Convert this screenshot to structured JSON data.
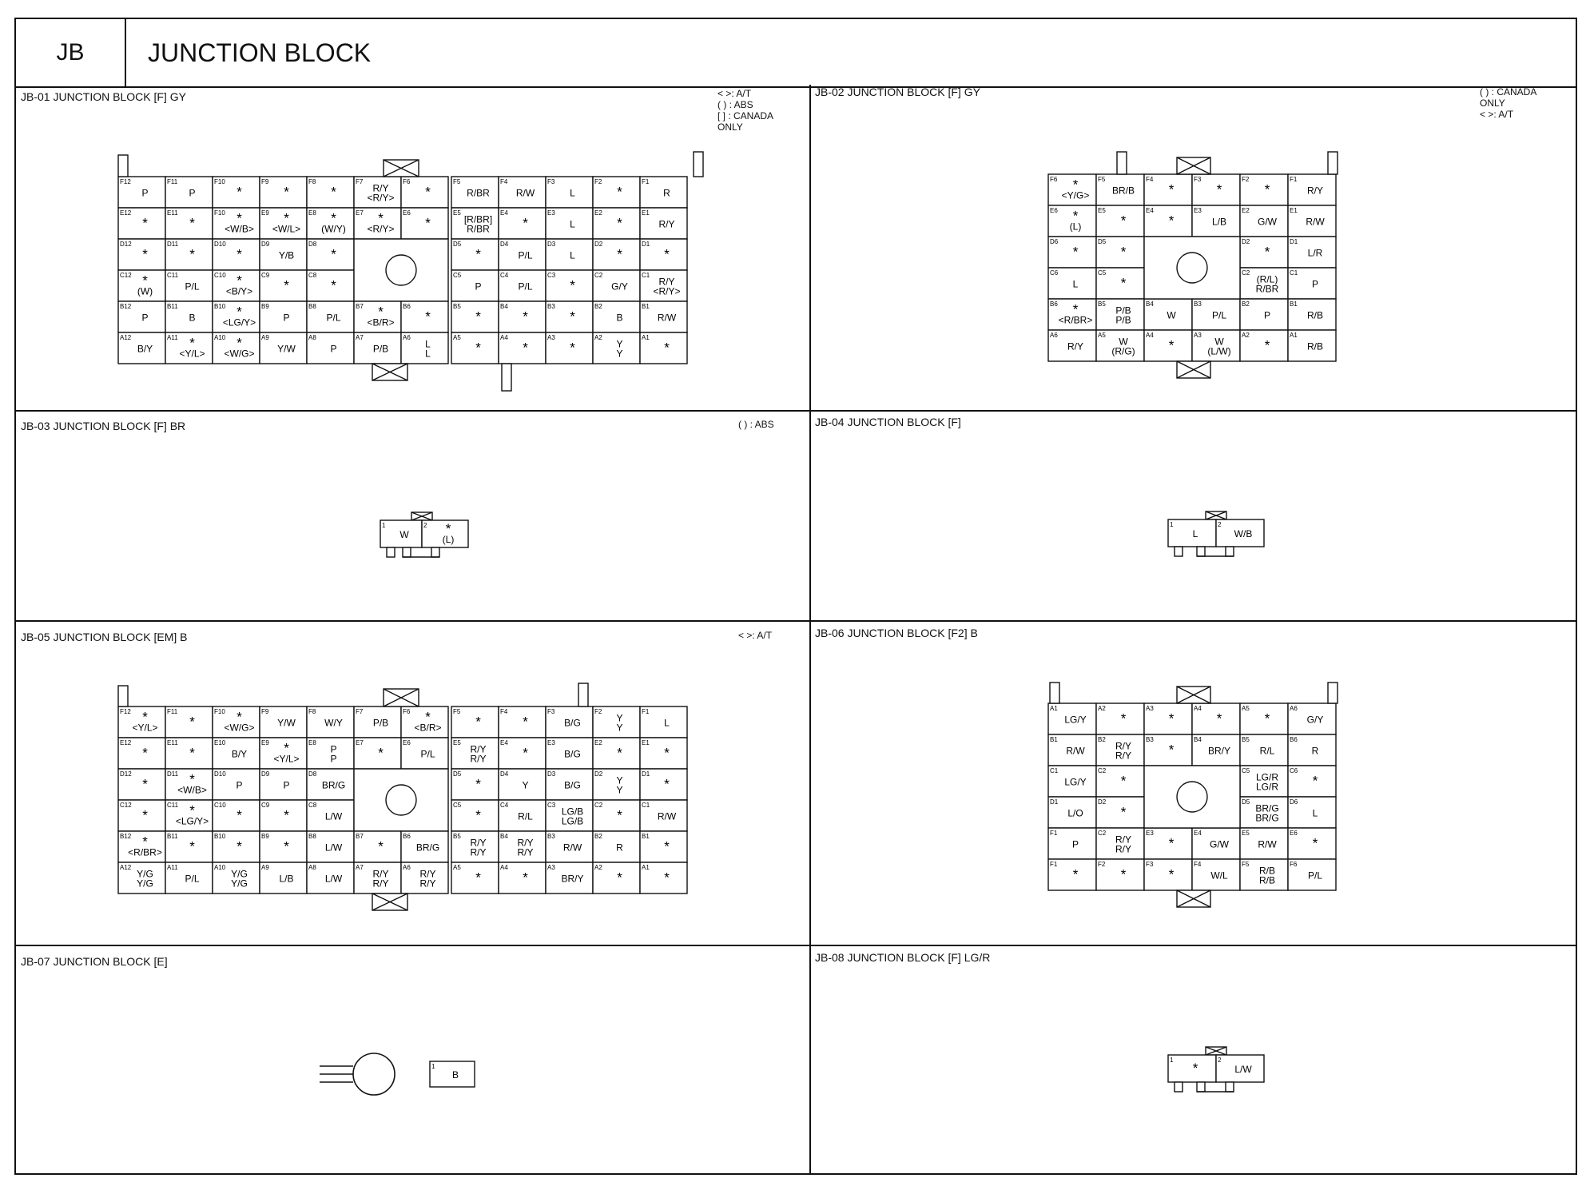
{
  "header": {
    "code": "JB",
    "title": "JUNCTION BLOCK"
  },
  "panels": {
    "jb01": {
      "title": "JB-01 JUNCTION BLOCK [F] GY",
      "legend": [
        "<    >: A/T",
        "(    ) : ABS",
        "[    ] : CANADA",
        "        ONLY"
      ],
      "left": [
        [
          [
            "F12",
            "P"
          ],
          [
            "F11",
            "P"
          ],
          [
            "F10",
            "*"
          ],
          [
            "F9",
            "*"
          ],
          [
            "F8",
            "*"
          ]
        ],
        [
          [
            "E12",
            "*"
          ],
          [
            "E11",
            "*"
          ],
          [
            "F10",
            "*\n<W/B>"
          ],
          [
            "E9",
            "*\n<W/L>"
          ],
          [
            "E8",
            "*\n(W/Y)"
          ]
        ],
        [
          [
            "D12",
            "*"
          ],
          [
            "D11",
            "*"
          ],
          [
            "D10",
            "*"
          ],
          [
            "D9",
            "Y/B"
          ],
          [
            "D8",
            "*"
          ]
        ],
        [
          [
            "C12",
            "*\n(W)"
          ],
          [
            "C11",
            "P/L"
          ],
          [
            "C10",
            "*\n<B/Y>"
          ],
          [
            "C9",
            "*"
          ],
          [
            "C8",
            "*"
          ]
        ],
        [
          [
            "B12",
            "P"
          ],
          [
            "B11",
            "B"
          ],
          [
            "B10",
            "*\n<LG/Y>"
          ],
          [
            "B9",
            "P"
          ],
          [
            "B8",
            "P/L"
          ]
        ],
        [
          [
            "A12",
            "B/Y"
          ],
          [
            "A11",
            "*\n<Y/L>"
          ],
          [
            "A10",
            "*\n<W/G>"
          ],
          [
            "A9",
            "Y/W"
          ],
          [
            "A8",
            "P"
          ]
        ]
      ],
      "mid_top": [
        [
          "F7",
          "R/Y\n<R/Y>"
        ],
        [
          "F6",
          "*"
        ],
        [
          "E7",
          "*\n<R/Y>"
        ],
        [
          "E6",
          "*"
        ]
      ],
      "mid_bottom": [
        [
          "B7",
          "*\n<B/R>"
        ],
        [
          "B6",
          "*"
        ],
        [
          "A7",
          "P/B"
        ],
        [
          "A6",
          "L\nL"
        ]
      ],
      "right": [
        [
          [
            "F5",
            "R/BR"
          ],
          [
            "F4",
            "R/W"
          ],
          [
            "F3",
            "L"
          ],
          [
            "F2",
            "*"
          ],
          [
            "F1",
            "R"
          ]
        ],
        [
          [
            "E5",
            "[R/BR]\nR/BR"
          ],
          [
            "E4",
            "*"
          ],
          [
            "E3",
            "L"
          ],
          [
            "E2",
            "*"
          ],
          [
            "E1",
            "R/Y"
          ]
        ],
        [
          [
            "D5",
            "*"
          ],
          [
            "D4",
            "P/L"
          ],
          [
            "D3",
            "L"
          ],
          [
            "D2",
            "*"
          ],
          [
            "D1",
            "*"
          ]
        ],
        [
          [
            "C5",
            "P"
          ],
          [
            "C4",
            "P/L"
          ],
          [
            "C3",
            "*"
          ],
          [
            "C2",
            "G/Y"
          ],
          [
            "C1",
            "R/Y\n<R/Y>"
          ]
        ],
        [
          [
            "B5",
            "*"
          ],
          [
            "B4",
            "*"
          ],
          [
            "B3",
            "*"
          ],
          [
            "B2",
            "B"
          ],
          [
            "B1",
            "R/W"
          ]
        ],
        [
          [
            "A5",
            "*"
          ],
          [
            "A4",
            "*"
          ],
          [
            "A3",
            "*"
          ],
          [
            "A2",
            "Y\nY"
          ],
          [
            "A1",
            "*"
          ]
        ]
      ]
    },
    "jb02": {
      "title": "JB-02 JUNCTION BLOCK [F] GY",
      "legend": [
        "(    ) : CANADA",
        "          ONLY",
        "<    >: A/T"
      ],
      "rows": [
        [
          [
            "F6",
            "*\n<Y/G>"
          ],
          [
            "F5",
            "BR/B"
          ],
          [
            "F4",
            "*"
          ],
          [
            "F3",
            "*"
          ],
          [
            "F2",
            "*"
          ],
          [
            "F1",
            "R/Y"
          ]
        ],
        [
          [
            "E6",
            "*\n(L)"
          ],
          [
            "E5",
            "*"
          ],
          [
            "E4",
            "*"
          ],
          [
            "E3",
            "L/B"
          ],
          [
            "E2",
            "G/W"
          ],
          [
            "E1",
            "R/W"
          ]
        ],
        [
          [
            "D6",
            "*"
          ],
          [
            "D5",
            "*"
          ],
          null,
          null,
          [
            "D2",
            "*"
          ],
          [
            "D1",
            "L/R"
          ]
        ],
        [
          [
            "C6",
            "L"
          ],
          [
            "C5",
            "*"
          ],
          null,
          null,
          [
            "C2",
            "(R/L)\nR/BR"
          ],
          [
            "C1",
            "P"
          ]
        ],
        [
          [
            "B6",
            "*\n<R/BR>"
          ],
          [
            "B5",
            "P/B\nP/B"
          ],
          [
            "B4",
            "W"
          ],
          [
            "B3",
            "P/L"
          ],
          [
            "B2",
            "P"
          ],
          [
            "B1",
            "R/B"
          ]
        ],
        [
          [
            "A6",
            "R/Y"
          ],
          [
            "A5",
            "W\n(R/G)"
          ],
          [
            "A4",
            "*"
          ],
          [
            "A3",
            "W\n(L/W)"
          ],
          [
            "A2",
            "*"
          ],
          [
            "A1",
            "R/B"
          ]
        ]
      ]
    },
    "jb03": {
      "title": "JB-03 JUNCTION BLOCK [F] BR",
      "legend": [
        "(      ) : ABS"
      ],
      "pins": [
        [
          "1",
          "W"
        ],
        [
          "2",
          "*\n(L)"
        ]
      ]
    },
    "jb04": {
      "title": "JB-04 JUNCTION BLOCK [F]",
      "pins": [
        [
          "1",
          "L"
        ],
        [
          "2",
          "W/B"
        ]
      ]
    },
    "jb05": {
      "title": "JB-05 JUNCTION BLOCK [EM] B",
      "legend": [
        "<      >: A/T"
      ],
      "left": [
        [
          [
            "F12",
            "*\n<Y/L>"
          ],
          [
            "F11",
            "*"
          ],
          [
            "F10",
            "*\n<W/G>"
          ],
          [
            "F9",
            "Y/W"
          ],
          [
            "F8",
            "W/Y"
          ]
        ],
        [
          [
            "E12",
            "*"
          ],
          [
            "E11",
            "*"
          ],
          [
            "E10",
            "B/Y"
          ],
          [
            "E9",
            "*\n<Y/L>"
          ],
          [
            "E8",
            "P\nP"
          ]
        ],
        [
          [
            "D12",
            "*"
          ],
          [
            "D11",
            "*\n<W/B>"
          ],
          [
            "D10",
            "P"
          ],
          [
            "D9",
            "P"
          ],
          [
            "D8",
            "BR/G"
          ]
        ],
        [
          [
            "C12",
            "*"
          ],
          [
            "C11",
            "*\n<LG/Y>"
          ],
          [
            "C10",
            "*"
          ],
          [
            "C9",
            "*"
          ],
          [
            "C8",
            "L/W"
          ]
        ],
        [
          [
            "B12",
            "*\n<R/BR>"
          ],
          [
            "B11",
            "*"
          ],
          [
            "B10",
            "*"
          ],
          [
            "B9",
            "*"
          ],
          [
            "B8",
            "L/W"
          ]
        ],
        [
          [
            "A12",
            "Y/G\nY/G"
          ],
          [
            "A11",
            "P/L"
          ],
          [
            "A10",
            "Y/G\nY/G"
          ],
          [
            "A9",
            "L/B"
          ],
          [
            "A8",
            "L/W"
          ]
        ]
      ],
      "mid_top": [
        [
          "F7",
          "P/B"
        ],
        [
          "F6",
          "*\n<B/R>"
        ],
        [
          "E7",
          "*"
        ],
        [
          "E6",
          "P/L"
        ]
      ],
      "mid_bottom": [
        [
          "B7",
          "*"
        ],
        [
          "B6",
          "BR/G"
        ],
        [
          "A7",
          "R/Y\nR/Y"
        ],
        [
          "A6",
          "R/Y\nR/Y"
        ]
      ],
      "right": [
        [
          [
            "F5",
            "*"
          ],
          [
            "F4",
            "*"
          ],
          [
            "F3",
            "B/G"
          ],
          [
            "F2",
            "Y\nY"
          ],
          [
            "F1",
            "L"
          ]
        ],
        [
          [
            "E5",
            "R/Y\nR/Y"
          ],
          [
            "E4",
            "*"
          ],
          [
            "E3",
            "B/G"
          ],
          [
            "E2",
            "*"
          ],
          [
            "E1",
            "*"
          ]
        ],
        [
          [
            "D5",
            "*"
          ],
          [
            "D4",
            "Y"
          ],
          [
            "D3",
            "B/G"
          ],
          [
            "D2",
            "Y\nY"
          ],
          [
            "D1",
            "*"
          ]
        ],
        [
          [
            "C5",
            "*"
          ],
          [
            "C4",
            "R/L"
          ],
          [
            "C3",
            "LG/B\nLG/B"
          ],
          [
            "C2",
            "*"
          ],
          [
            "C1",
            "R/W"
          ]
        ],
        [
          [
            "B5",
            "R/Y\nR/Y"
          ],
          [
            "B4",
            "R/Y\nR/Y"
          ],
          [
            "B3",
            "R/W"
          ],
          [
            "B2",
            "R"
          ],
          [
            "B1",
            "*"
          ]
        ],
        [
          [
            "A5",
            "*"
          ],
          [
            "A4",
            "*"
          ],
          [
            "A3",
            "BR/Y"
          ],
          [
            "A2",
            "*"
          ],
          [
            "A1",
            "*"
          ]
        ]
      ]
    },
    "jb06": {
      "title": "JB-06 JUNCTION BLOCK [F2] B",
      "rows": [
        [
          [
            "A1",
            "LG/Y"
          ],
          [
            "A2",
            "*"
          ],
          [
            "A3",
            "*"
          ],
          [
            "A4",
            "*"
          ],
          [
            "A5",
            "*"
          ],
          [
            "A6",
            "G/Y"
          ]
        ],
        [
          [
            "B1",
            "R/W"
          ],
          [
            "B2",
            "R/Y\nR/Y"
          ],
          [
            "B3",
            "*"
          ],
          [
            "B4",
            "BR/Y"
          ],
          [
            "B5",
            "R/L"
          ],
          [
            "B6",
            "R"
          ]
        ],
        [
          [
            "C1",
            "LG/Y"
          ],
          [
            "C2",
            "*"
          ],
          null,
          null,
          [
            "C5",
            "LG/R\nLG/R"
          ],
          [
            "C6",
            "*"
          ]
        ],
        [
          [
            "D1",
            "L/O"
          ],
          [
            "D2",
            "*"
          ],
          null,
          null,
          [
            "D5",
            "BR/G\nBR/G"
          ],
          [
            "D6",
            "L"
          ]
        ],
        [
          [
            "F1",
            "P"
          ],
          [
            "C2",
            "R/Y\nR/Y"
          ],
          [
            "E3",
            "*"
          ],
          [
            "E4",
            "G/W"
          ],
          [
            "E5",
            "R/W"
          ],
          [
            "E6",
            "*"
          ]
        ],
        [
          [
            "F1",
            "*"
          ],
          [
            "F2",
            "*"
          ],
          [
            "F3",
            "*"
          ],
          [
            "F4",
            "W/L"
          ],
          [
            "F5",
            "R/B\nR/B"
          ],
          [
            "F6",
            "P/L"
          ]
        ]
      ]
    },
    "jb07": {
      "title": "JB-07 JUNCTION BLOCK [E]",
      "pins": [
        [
          "1",
          "B"
        ]
      ]
    },
    "jb08": {
      "title": "JB-08 JUNCTION BLOCK [F] LG/R",
      "pins": [
        [
          "1",
          "*"
        ],
        [
          "2",
          "L/W"
        ]
      ]
    }
  }
}
